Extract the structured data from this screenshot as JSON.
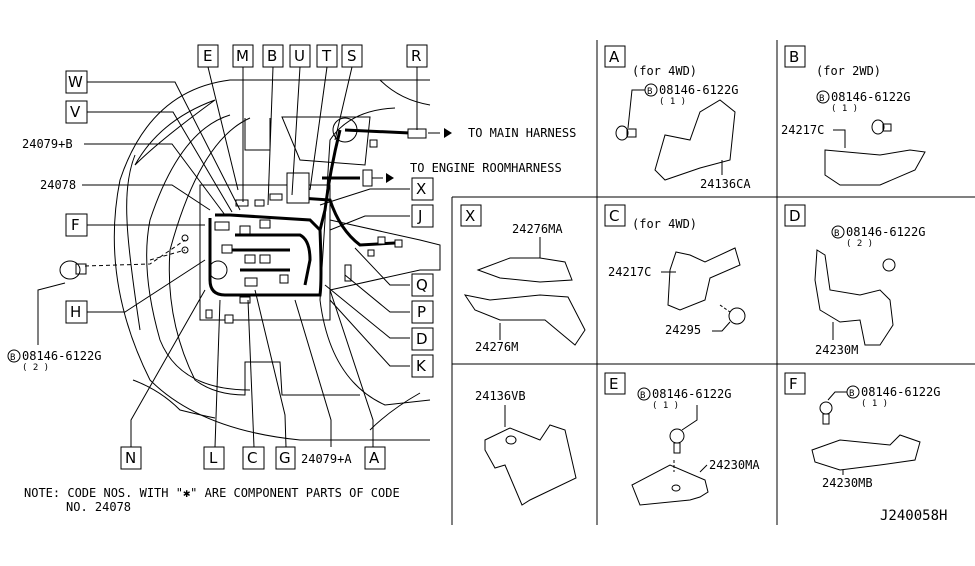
{
  "main_diagram": {
    "callouts_top": [
      "E",
      "M",
      "B",
      "U",
      "T",
      "S",
      "R"
    ],
    "callouts_left": [
      "W",
      "V",
      "F",
      "H"
    ],
    "callouts_right": [
      "X",
      "J",
      "Q",
      "P",
      "D",
      "K"
    ],
    "callouts_bottom": [
      "N",
      "L",
      "C",
      "G",
      "A"
    ],
    "part_labels": {
      "p24079b": "24079+B",
      "p24078": "24078",
      "p24079a": "24079+A",
      "bolt_code": "08146-6122G",
      "bolt_qty": "( 2 )",
      "bolt_prefix": "B"
    },
    "arrows": {
      "main": "TO MAIN HARNESS",
      "engine": "TO ENGINE ROOMHARNESS"
    },
    "note_line1": "NOTE: CODE NOS. WITH \"✱\" ARE COMPONENT PARTS OF CODE",
    "note_line2": "NO. 24078"
  },
  "panels": [
    {
      "id": "A",
      "variant": "(for 4WD)",
      "bolt": "08146-6122G",
      "qty": "( 1 )",
      "parts": [
        "24136CA"
      ]
    },
    {
      "id": "B",
      "variant": "(for 2WD)",
      "bolt": "08146-6122G",
      "qty": "( 1 )",
      "parts": [
        "24217C"
      ]
    },
    {
      "id": "X",
      "variant": "",
      "bolt": "",
      "qty": "",
      "parts": [
        "24276MA",
        "24276M"
      ]
    },
    {
      "id": "C",
      "variant": "(for 4WD)",
      "bolt": "",
      "qty": "",
      "parts": [
        "24217C",
        "24295"
      ]
    },
    {
      "id": "D",
      "variant": "",
      "bolt": "08146-6122G",
      "qty": "( 2 )",
      "parts": [
        "24230M"
      ]
    },
    {
      "id": "",
      "variant": "",
      "bolt": "",
      "qty": "",
      "parts": [
        "24136VB"
      ]
    },
    {
      "id": "E",
      "variant": "",
      "bolt": "08146-6122G",
      "qty": "( 1 )",
      "parts": [
        "24230MA"
      ]
    },
    {
      "id": "F",
      "variant": "",
      "bolt": "08146-6122G",
      "qty": "( 1 )",
      "parts": [
        "24230MB"
      ]
    }
  ],
  "drawing_code": "J240058H"
}
